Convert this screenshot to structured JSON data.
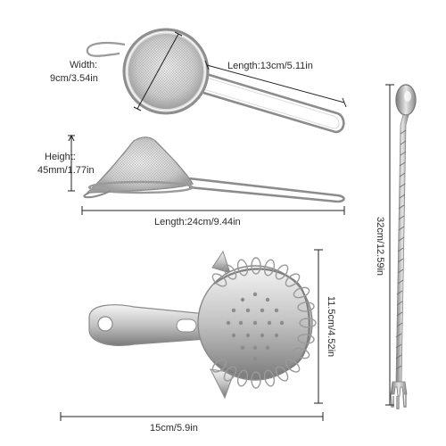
{
  "title": "",
  "items": [
    {
      "id": "mesh-strainer-round",
      "icon": "fine-mesh-strainer-icon",
      "dimensions": [
        {
          "label": "Width:",
          "value": "9cm/3.54in"
        },
        {
          "label": "Length:",
          "value": "13cm/5.11in"
        }
      ]
    },
    {
      "id": "mesh-strainer-cone",
      "icon": "conical-strainer-icon",
      "dimensions": [
        {
          "label": "Height:",
          "value": "45mm/1.77in"
        },
        {
          "label": "Length:",
          "value": "24cm/9.44in"
        }
      ]
    },
    {
      "id": "bar-spoon",
      "icon": "bar-spoon-icon",
      "dimensions": [
        {
          "label": "",
          "value": "32cm/12.59in"
        }
      ]
    },
    {
      "id": "hawthorne-strainer",
      "icon": "hawthorne-strainer-icon",
      "dimensions": [
        {
          "label": "",
          "value": "11.5cm/4.52in"
        },
        {
          "label": "",
          "value": "15cm/5.9in"
        }
      ]
    }
  ],
  "colors": {
    "steel_light": "#e9e9e9",
    "steel_mid": "#b9b9b9",
    "steel_dark": "#6d6d6d",
    "dim_line": "#222222"
  }
}
